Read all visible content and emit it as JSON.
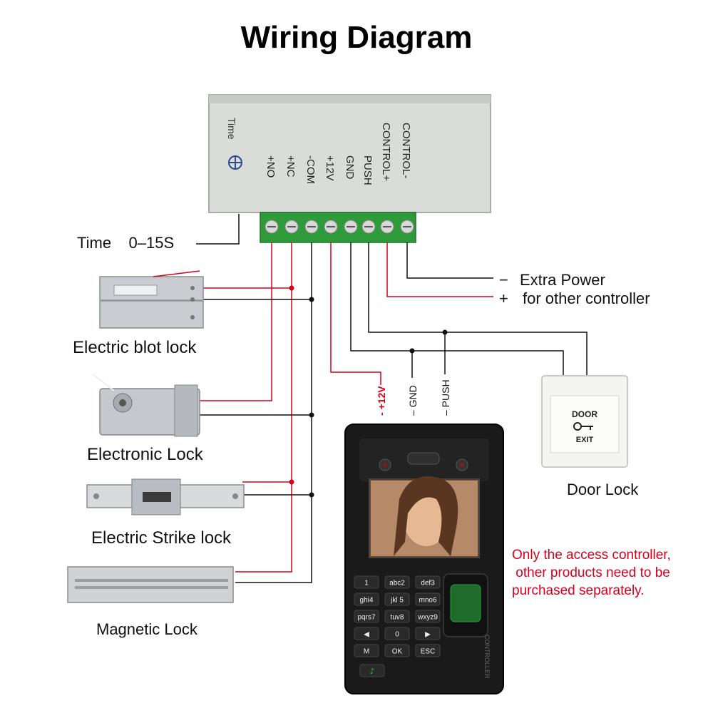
{
  "title": "Wiring Diagram",
  "power_supply": {
    "time_label": "Time",
    "terminals": [
      "+NO",
      "+NC",
      "-COM",
      "+12V",
      "GND",
      "PUSH",
      "CONTROL+",
      "CONTROL-"
    ]
  },
  "labels": {
    "time_range": "Time    0–15S",
    "electric_bolt_lock": "Electric blot lock",
    "electronic_lock": "Electronic Lock",
    "electric_strike_lock": "Electric Strike lock",
    "magnetic_lock": "Magnetic Lock",
    "extra_power_minus": "−",
    "extra_power_line1": "Extra Power",
    "extra_power_plus": "+",
    "extra_power_line2": "for other controller",
    "door_lock": "Door Lock",
    "wire_12v": "- +12V",
    "wire_gnd": "– GND",
    "wire_push": "– PUSH"
  },
  "exit_button": {
    "line1": "DOOR",
    "line2": "EXIT"
  },
  "note": "Only the access controller,\n other products need to be\npurchased separately.",
  "keypad": {
    "rows": [
      [
        "1",
        "abc2",
        "def3"
      ],
      [
        "ghi4",
        "jkl 5",
        "mno6"
      ],
      [
        "pqrs7",
        "tuv8",
        "wxyz9"
      ],
      [
        "◀",
        "0",
        "▶"
      ],
      [
        "M",
        "OK",
        "ESC"
      ]
    ],
    "bell": "♪"
  },
  "controller_side_text": "CONTROLLER",
  "colors": {
    "red_wire": "#d6001c",
    "black_wire": "#111111",
    "terminal_green": "#2e9a3a",
    "box_gray": "#d9dcd8",
    "device_black": "#1a1a1a"
  }
}
